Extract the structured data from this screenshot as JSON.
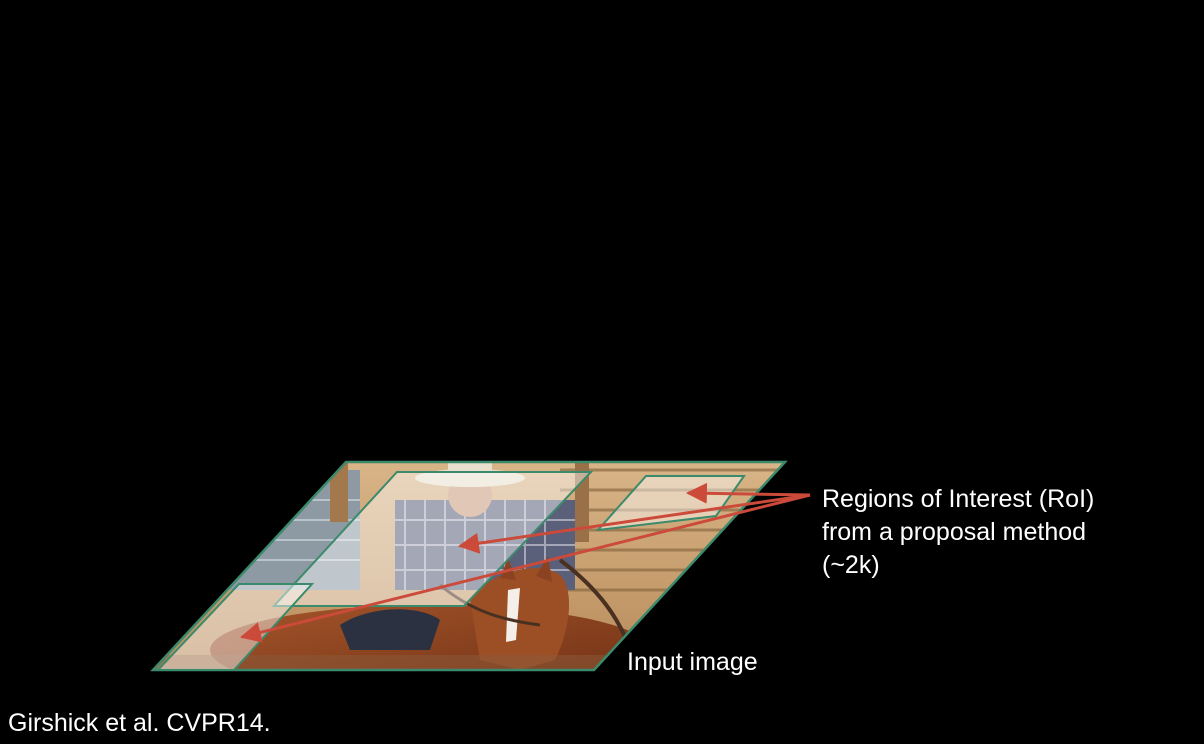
{
  "annotations": {
    "roi_line1": "Regions of Interest (RoI)",
    "roi_line2": "from a proposal method",
    "roi_line3": "(~2k)",
    "input_image": "Input image"
  },
  "citation": "Girshick et al. CVPR14.",
  "colors": {
    "background": "#000000",
    "text": "#ffffff",
    "arrow": "#cc4a3a",
    "image_border": "#3c8a6c",
    "roi_fill": "#ffffff"
  }
}
